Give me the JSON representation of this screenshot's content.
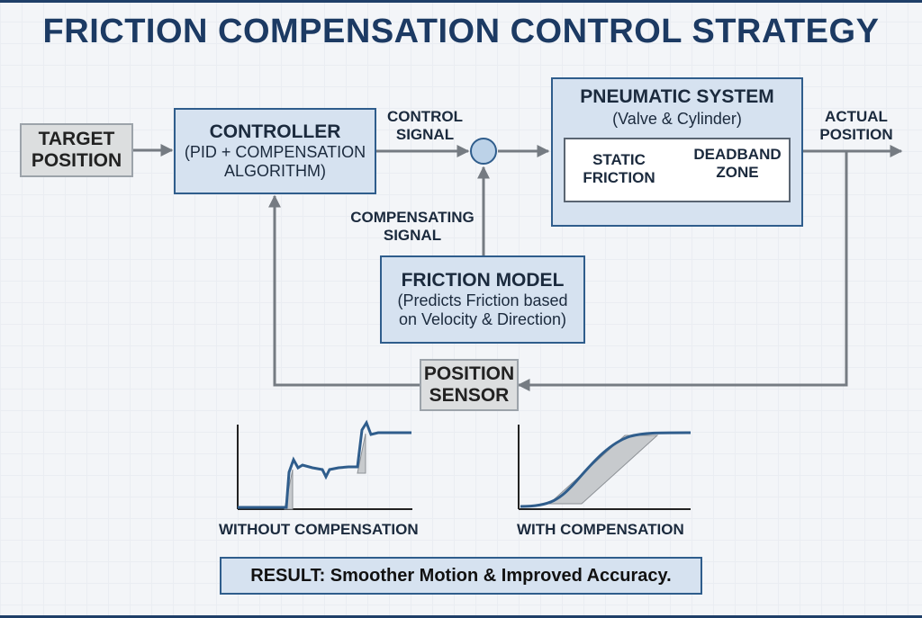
{
  "title": "FRICTION COMPENSATION CONTROL STRATEGY",
  "blocks": {
    "target": {
      "line1": "TARGET",
      "line2": "POSITION"
    },
    "controller": {
      "title": "CONTROLLER",
      "line1": "(PID + COMPENSATION",
      "line2": "ALGORITHM)"
    },
    "pneumatic": {
      "title": "PNEUMATIC SYSTEM",
      "subtitle": "(Valve & Cylinder)",
      "static_line1": "STATIC",
      "static_line2": "FRICTION",
      "deadband_line1": "DEADBAND",
      "deadband_line2": "ZONE"
    },
    "friction_model": {
      "title": "FRICTION MODEL",
      "line1": "(Predicts Friction based",
      "line2": "on Velocity & Direction)"
    },
    "sensor": {
      "line1": "POSITION",
      "line2": "SENSOR"
    }
  },
  "labels": {
    "control_signal_1": "CONTROL",
    "control_signal_2": "SIGNAL",
    "actual_position_1": "ACTUAL",
    "actual_position_2": "POSITION",
    "compensating_signal_1": "COMPENSATING",
    "compensating_signal_2": "SIGNAL"
  },
  "graphs": {
    "without": "WITHOUT COMPENSATION",
    "with": "WITH COMPENSATION"
  },
  "result": "RESULT: Smoother Motion & Improved Accuracy.",
  "colors": {
    "title": "#1c3a63",
    "box_blue": "#d6e2f0",
    "box_border": "#2f5d8c",
    "box_gray": "#dcdedf",
    "arrow": "#757b82",
    "curve": "#2f5d8c"
  }
}
